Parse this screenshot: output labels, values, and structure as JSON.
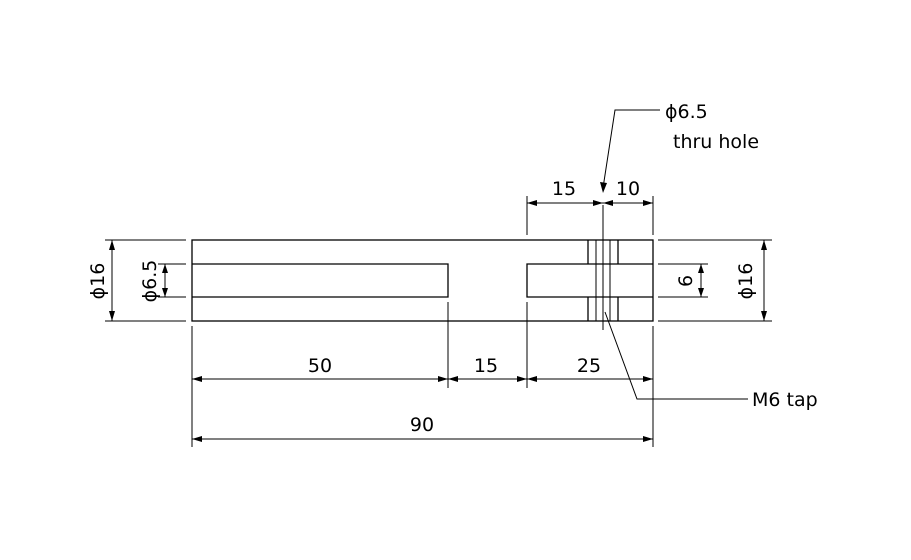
{
  "drawing": {
    "dims": {
      "left_dia_outer": "ϕ16",
      "left_dia_inner": "ϕ6.5",
      "right_dia_outer": "ϕ16",
      "right_tap": "6",
      "bottom_50": "50",
      "bottom_15": "15",
      "bottom_25": "25",
      "total_90": "90",
      "top_15": "15",
      "top_10": "10"
    },
    "notes": {
      "thru_hole_line1": "ϕ6.5",
      "thru_hole_line2": "thru hole",
      "tap": "M6 tap"
    }
  }
}
